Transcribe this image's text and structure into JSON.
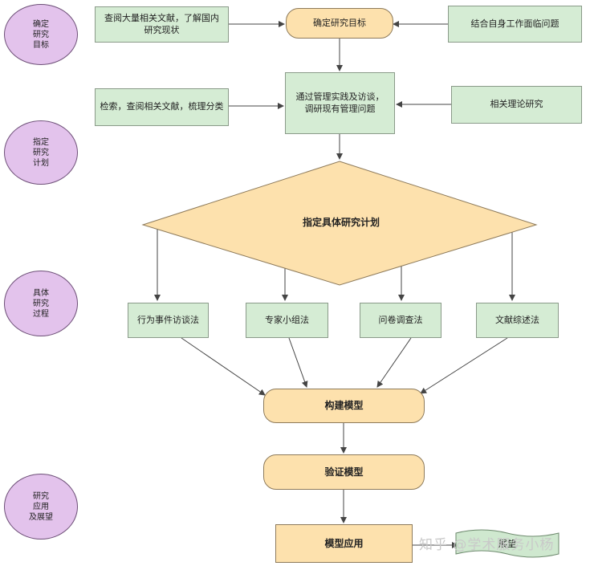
{
  "phases": {
    "p1": "确定\n研究\n目标",
    "p2": "指定\n研究\n计划",
    "p3": "具体\n研究\n过程",
    "p4": "研究\n应用\n及展望"
  },
  "nodes": {
    "review_literature": "查阅大量相关文献，了解国内研究现状",
    "determine_goal": "确定研究目标",
    "work_problems": "结合自身工作面临问题",
    "search_literature": "检索，查阅相关文献，梳理分类",
    "investigate": "通过管理实践及访谈，调研现有管理问题",
    "theory_research": "相关理论研究",
    "plan": "指定具体研究计划",
    "method_bei": "行为事件访谈法",
    "method_expert": "专家小组法",
    "method_survey": "问卷调查法",
    "method_literature": "文献综述法",
    "build_model": "构建模型",
    "verify_model": "验证模型",
    "apply_model": "模型应用",
    "outlook": "展望"
  },
  "watermark": "知乎 @学术服务小杨",
  "colors": {
    "green_fill": "#d5ecd4",
    "orange_fill": "#fde1ad",
    "purple_fill": "#e3c3ec",
    "edge": "#444444"
  }
}
